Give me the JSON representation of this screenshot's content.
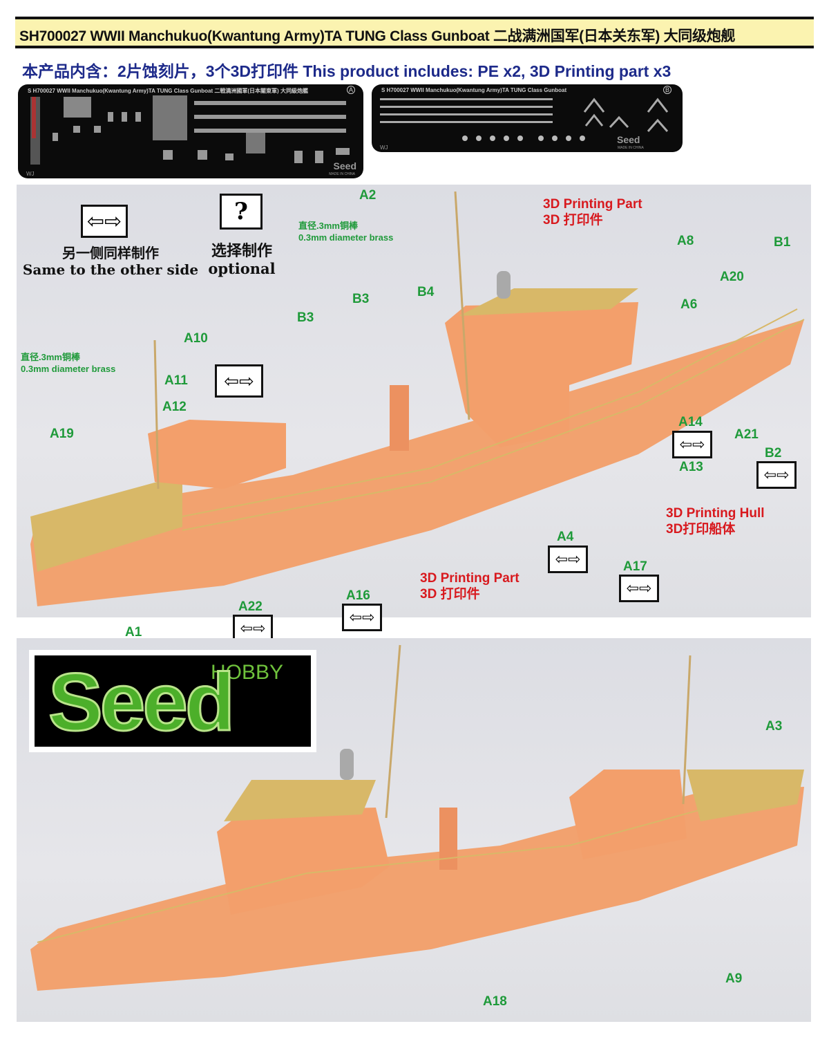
{
  "title": "SH700027 WWII Manchukuo(Kwantung Army)TA TUNG Class Gunboat 二战满洲国军(日本关东军) 大同级炮舰",
  "subtitle": "本产品内含：2片蚀刻片，3个3D打印件 This product includes: PE x2, 3D Printing part x3",
  "sheets": [
    {
      "title": "S H700027 WWII Manchukuo(Kwantung Army)TA TUNG Class Gunboat 二戦満洲國軍(日本關東軍) 大同級炮艦",
      "badge": "A",
      "brand": "Seed",
      "made": "MADE IN CHINA",
      "mark": "WJ"
    },
    {
      "title": "S H700027 WWII Manchukuo(Kwantung Army)TA TUNG Class Gunboat",
      "badge": "B",
      "brand": "Seed",
      "made": "MADE IN CHINA",
      "mark": "WJ"
    }
  ],
  "legend": {
    "same_cn": "另一侧同样制作",
    "same_en": "Same to the other side",
    "opt_symbol": "?",
    "opt_cn": "选择制作",
    "opt_en": "optional"
  },
  "notes": {
    "brass_cn": "直径.3mm铜棒",
    "brass_en": "0.3mm diameter brass"
  },
  "callouts_red": [
    {
      "en": "3D Printing Part",
      "cn": "3D 打印件"
    },
    {
      "en": "3D Printing Hull",
      "cn": "3D打印船体"
    },
    {
      "en": "3D Printing Part",
      "cn": "3D 打印件"
    }
  ],
  "labels_top": [
    "A2",
    "A8",
    "B1",
    "A20",
    "A6",
    "B4",
    "B3",
    "B3",
    "A10",
    "A11",
    "A12",
    "A19",
    "A14",
    "A21",
    "A13",
    "B2",
    "A4",
    "A17",
    "A16",
    "A22",
    "A1"
  ],
  "labels_bottom": [
    "A3",
    "A9",
    "A18"
  ],
  "logo": {
    "hobby": "HOBBY",
    "brand": "Seed"
  },
  "colors": {
    "title_bg": "#fbf3b0",
    "subtitle": "#1d2a8a",
    "part_label": "#1f9a3a",
    "callout": "#d8191e",
    "resin": "#f2a26f",
    "brass": "#d8b868"
  }
}
